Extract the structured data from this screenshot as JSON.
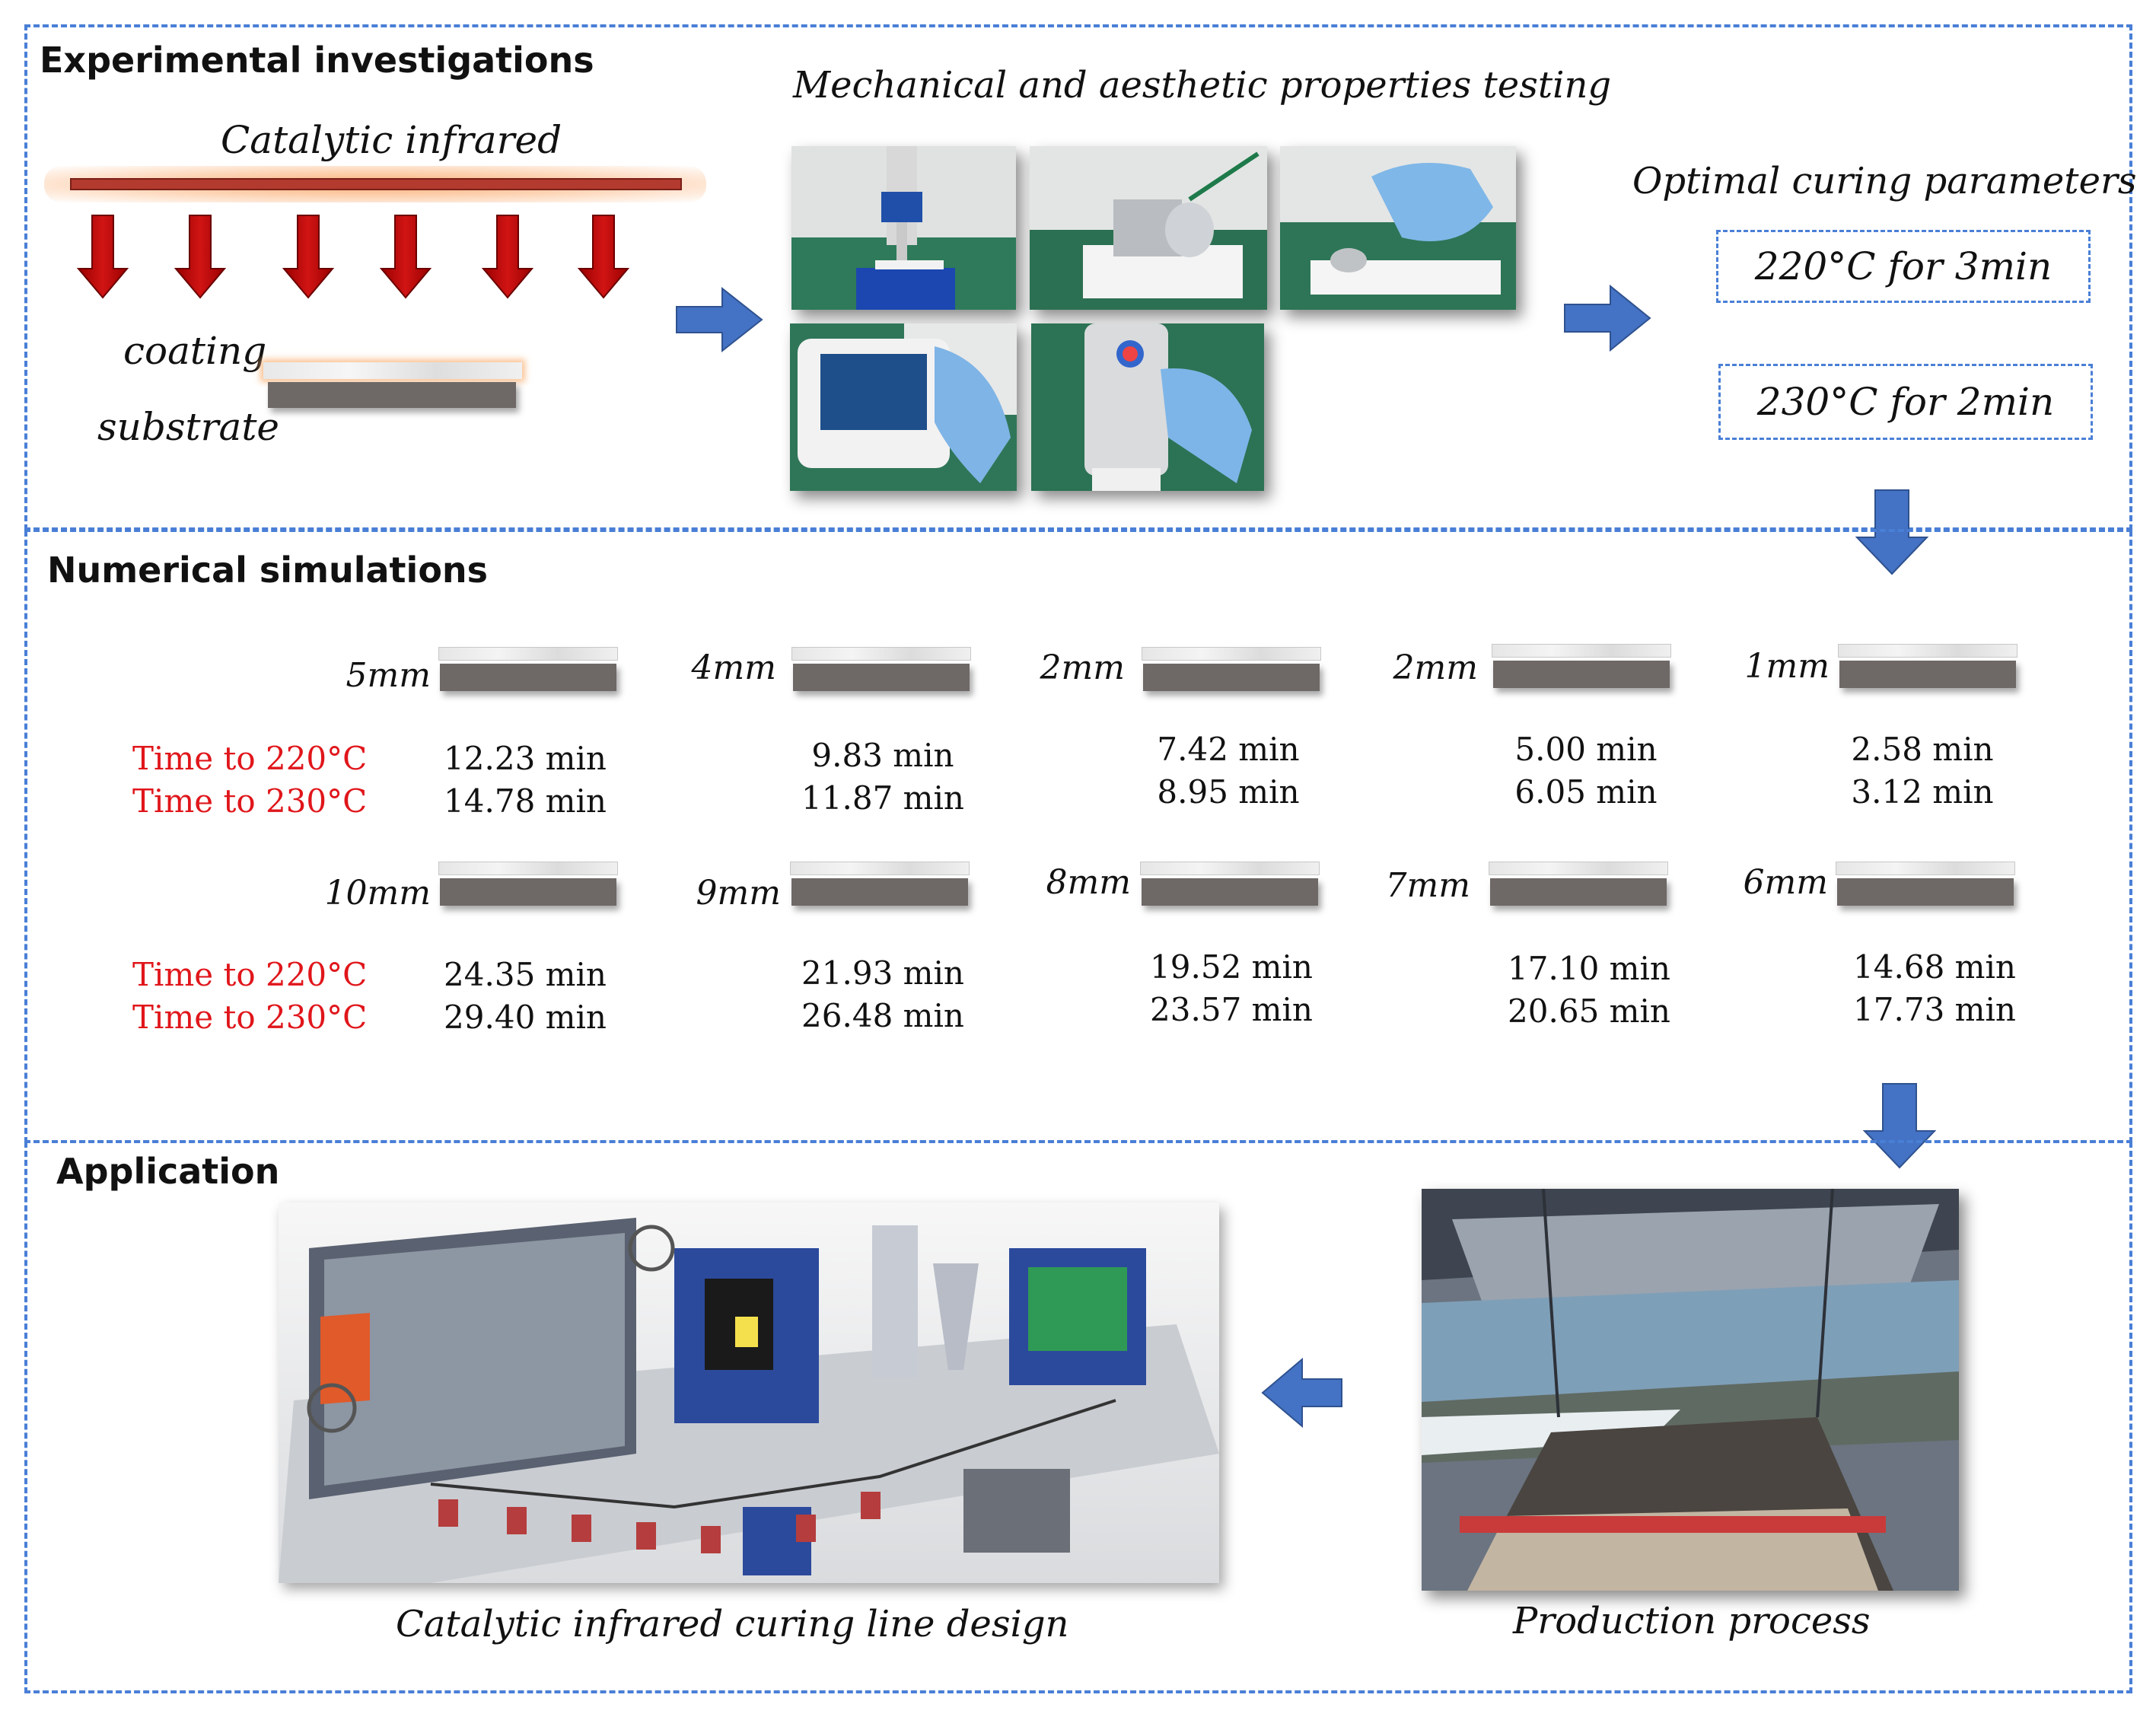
{
  "experimental": {
    "heading": "Experimental investigations",
    "heater_label": "Catalytic infrared",
    "coating_label": "coating",
    "substrate_label": "substrate",
    "testing_title": "Mechanical and aesthetic  properties testing",
    "optimal_title": "Optimal curing parameters",
    "params": [
      "220°C for 3min",
      "230°C for 2min"
    ]
  },
  "numerical": {
    "heading": "Numerical simulations",
    "time_label_220": "Time to 220°C",
    "time_label_230": "Time to 230°C",
    "rows": [
      {
        "samples": [
          {
            "thickness": "5mm",
            "t220": "12.23 min",
            "t230": "14.78 min"
          },
          {
            "thickness": "4mm",
            "t220": "9.83 min",
            "t230": "11.87 min"
          },
          {
            "thickness": "2mm",
            "t220": "7.42 min",
            "t230": "8.95 min"
          },
          {
            "thickness": "2mm",
            "t220": "5.00 min",
            "t230": "6.05 min"
          },
          {
            "thickness": "1mm",
            "t220": "2.58 min",
            "t230": "3.12 min"
          }
        ]
      },
      {
        "samples": [
          {
            "thickness": "10mm",
            "t220": "24.35 min",
            "t230": "29.40 min"
          },
          {
            "thickness": "9mm",
            "t220": "21.93 min",
            "t230": "26.48 min"
          },
          {
            "thickness": "8mm",
            "t220": "19.52 min",
            "t230": "23.57 min"
          },
          {
            "thickness": "7mm",
            "t220": "17.10 min",
            "t230": "20.65 min"
          },
          {
            "thickness": "6mm",
            "t220": "14.68 min",
            "t230": "17.73 min"
          }
        ]
      }
    ]
  },
  "application": {
    "heading": "Application",
    "line_design_caption": "Catalytic infrared curing line design",
    "production_caption": "Production process"
  },
  "colors": {
    "panel_border": "#4a7fd6",
    "arrow_blue": "#4472c4",
    "heat_arrow_red": "#c00000",
    "time_label_red": "#e0161b"
  }
}
